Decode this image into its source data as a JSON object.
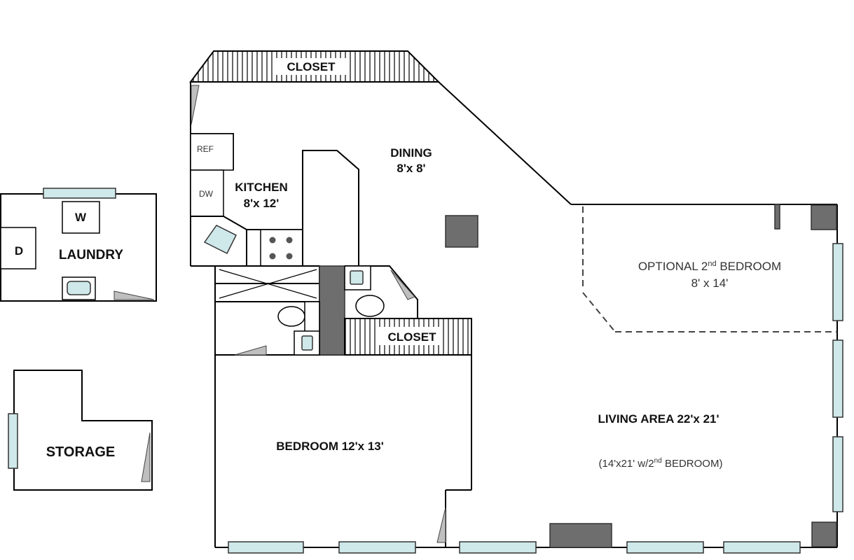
{
  "rooms": {
    "closet_top": "CLOSET",
    "closet_mid": "CLOSET",
    "dining_name": "DINING",
    "dining_size": "8'x 8'",
    "kitchen_name": "KITCHEN",
    "kitchen_size": "8'x 12'",
    "ref": "REF",
    "dw": "DW",
    "washer": "W",
    "dryer": "D",
    "laundry": "LAUNDRY",
    "storage": "STORAGE",
    "bedroom": "BEDROOM 12'x 13'",
    "optional_bedroom_pre": "OPTIONAL 2",
    "optional_bedroom_sup": "nd",
    "optional_bedroom_post": " BEDROOM",
    "optional_bedroom_size": "8' x 14'",
    "living_area": "LIVING AREA 22'x 21'",
    "living_alt_pre": "(14'x21' w/2",
    "living_alt_sup": "nd",
    "living_alt_post": " BEDROOM)"
  },
  "colors": {
    "window": "#cfe8ea",
    "column": "#6e6e6e",
    "wall": "#000000"
  }
}
